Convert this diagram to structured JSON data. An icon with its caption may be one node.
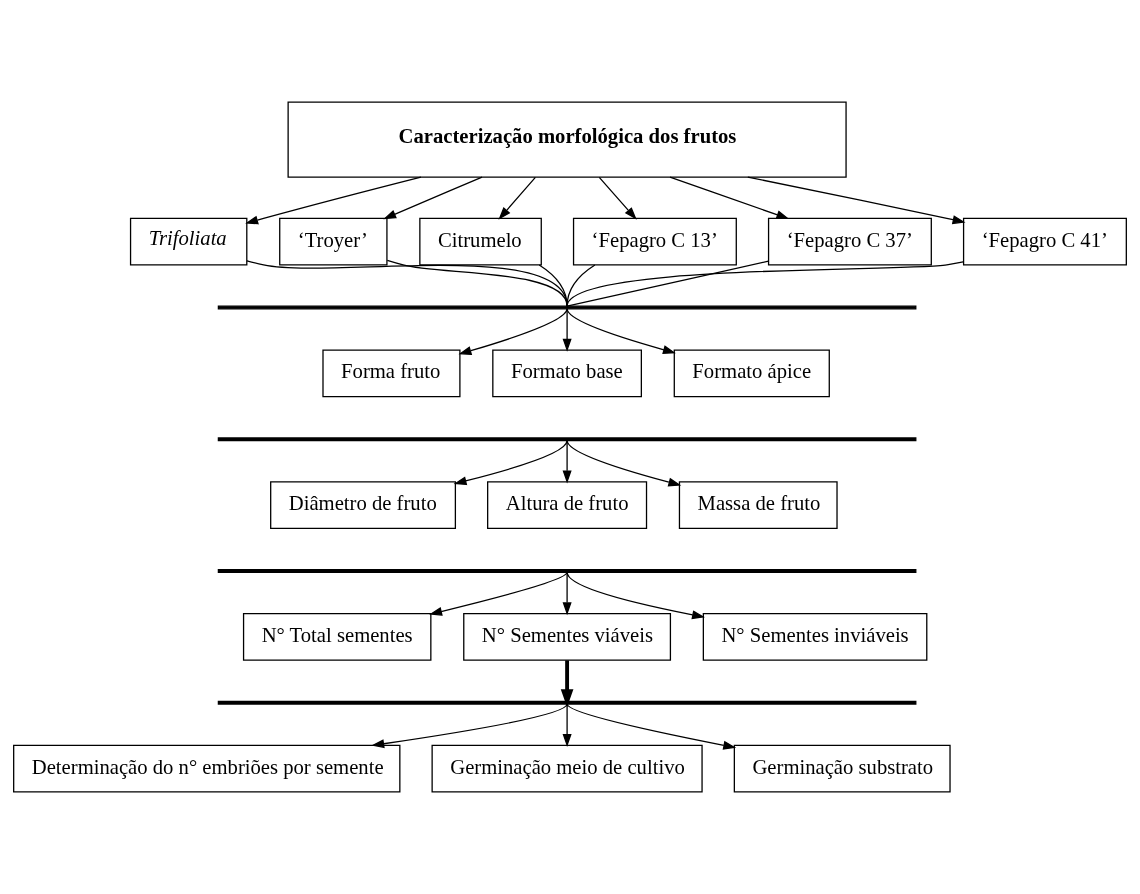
{
  "diagram": {
    "nodes": [
      {
        "text": [
          "Caracterização morfológica dos frutos"
        ]
      },
      {
        "text": [
          "Trifoliata"
        ]
      },
      {
        "text": [
          "‘Troyer’"
        ]
      },
      {
        "text": [
          "Citrumelo"
        ]
      },
      {
        "text": [
          "‘Fepagro C 13’"
        ]
      },
      {
        "text": [
          "‘Fepagro C 37’"
        ]
      },
      {
        "text": [
          "‘Fepagro C 41’"
        ]
      },
      {
        "text": [],
        "shape": "bar"
      },
      {
        "text": [
          "Forma fruto"
        ]
      },
      {
        "text": [
          "Formato base"
        ]
      },
      {
        "text": [
          "Formato ápice"
        ]
      },
      {
        "text": [],
        "shape": "bar"
      },
      {
        "text": [
          "Diâmetro de fruto"
        ]
      },
      {
        "text": [
          "Altura de fruto"
        ]
      },
      {
        "text": [
          "Massa de fruto"
        ]
      },
      {
        "text": [],
        "shape": "bar"
      },
      {
        "text": [
          "N° Total sementes"
        ]
      },
      {
        "text": [
          "N° Sementes viáveis"
        ]
      },
      {
        "text": [
          "N° Sementes inviáveis"
        ]
      },
      {
        "text": [],
        "shape": "bar"
      },
      {
        "text": [
          "Determinação do n° embriões por semente"
        ]
      },
      {
        "text": [
          "Germinação meio de cultivo"
        ]
      },
      {
        "text": [
          "Germinação substrato"
        ]
      }
    ],
    "edges": [
      {
        "from": 0,
        "to": 1,
        "arrow": "to"
      },
      {
        "from": 0,
        "to": 2,
        "arrow": "to"
      },
      {
        "from": 0,
        "to": 3,
        "arrow": "to"
      },
      {
        "from": 0,
        "to": 4,
        "arrow": "to"
      },
      {
        "from": 0,
        "to": 5,
        "arrow": "to"
      },
      {
        "from": 0,
        "to": 6,
        "arrow": "to"
      },
      {
        "from": 1,
        "to": 7,
        "arrow": "none"
      },
      {
        "from": 2,
        "to": 7,
        "arrow": "none"
      },
      {
        "from": 3,
        "to": 7,
        "arrow": "none"
      },
      {
        "from": 4,
        "to": 7,
        "arrow": "none"
      },
      {
        "from": 5,
        "to": 7,
        "arrow": "none"
      },
      {
        "from": 6,
        "to": 7,
        "arrow": "none"
      },
      {
        "from": 7,
        "to": 8,
        "arrow": "to"
      },
      {
        "from": 7,
        "to": 9,
        "arrow": "to"
      },
      {
        "from": 7,
        "to": 10,
        "arrow": "to"
      },
      {
        "from": 11,
        "to": 12,
        "arrow": "to"
      },
      {
        "from": 11,
        "to": 13,
        "arrow": "to"
      },
      {
        "from": 11,
        "to": 14,
        "arrow": "to"
      },
      {
        "from": 15,
        "to": 16,
        "arrow": "to"
      },
      {
        "from": 15,
        "to": 17,
        "arrow": "to"
      },
      {
        "from": 15,
        "to": 18,
        "arrow": "to"
      },
      {
        "from": 17,
        "to": 19,
        "arrow": "to",
        "style": "thick"
      },
      {
        "from": 19,
        "to": 20,
        "arrow": "to"
      },
      {
        "from": 19,
        "to": 21,
        "arrow": "to"
      },
      {
        "from": 19,
        "to": 22,
        "arrow": "to"
      }
    ]
  }
}
